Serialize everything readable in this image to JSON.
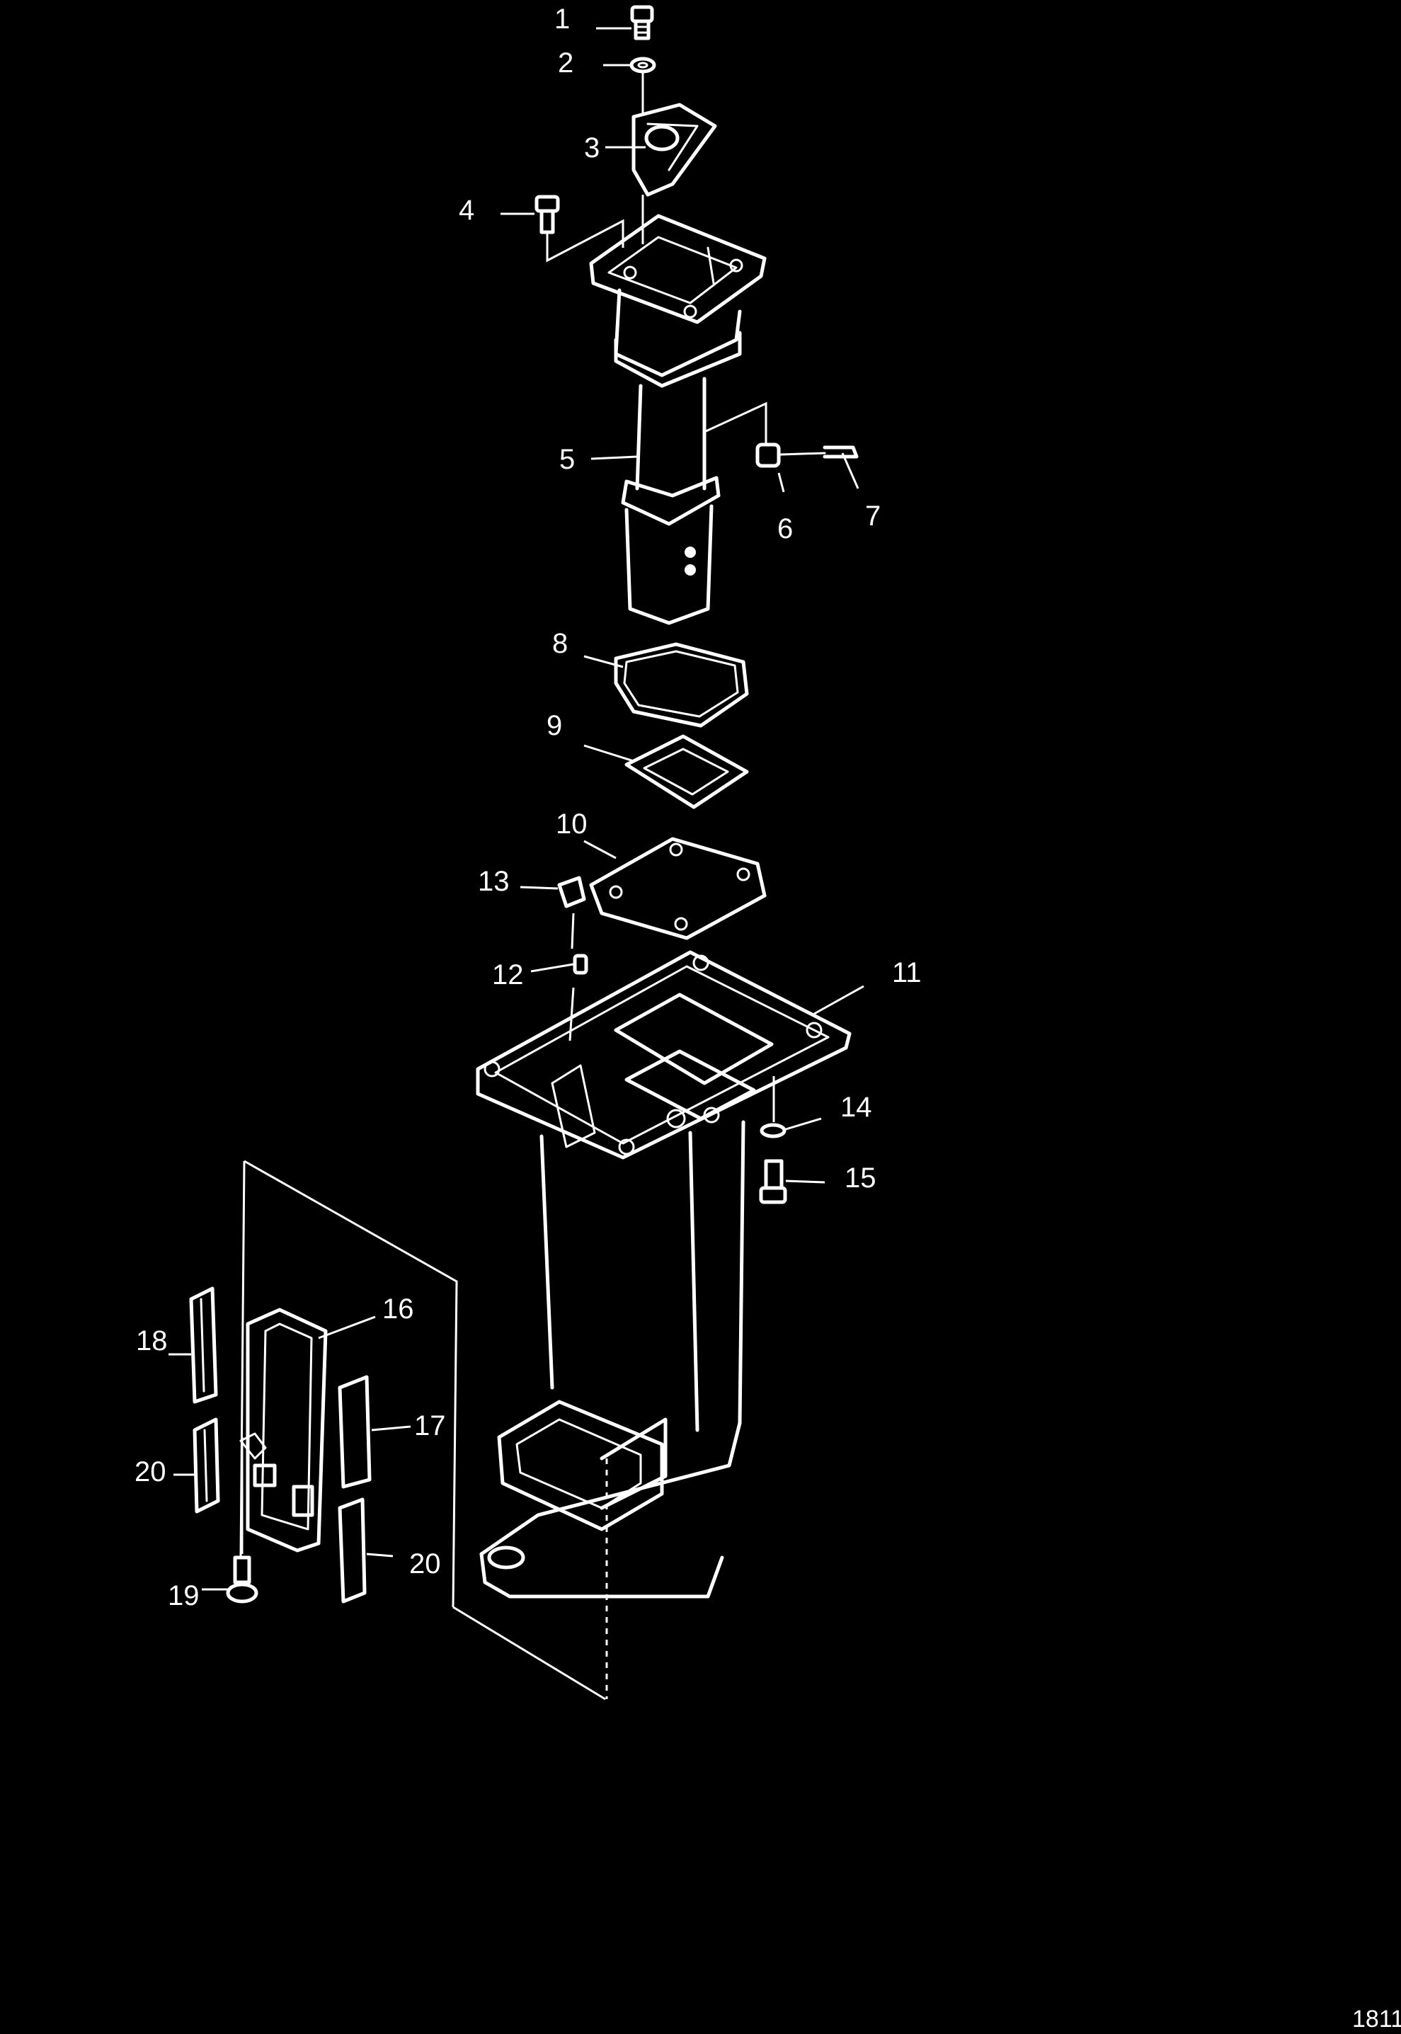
{
  "callouts": {
    "c1": "1",
    "c2": "2",
    "c3": "3",
    "c4": "4",
    "c5": "5",
    "c6": "6",
    "c7": "7",
    "c8": "8",
    "c9": "9",
    "c10": "10",
    "c11": "11",
    "c12": "12",
    "c13": "13",
    "c14": "14",
    "c15": "15",
    "c16": "16",
    "c17": "17",
    "c18": "18",
    "c19": "19",
    "c20a": "20",
    "c20b": "20"
  },
  "figure_number": "1811",
  "colors": {
    "background": "#000000",
    "linework": "#ffffff"
  }
}
